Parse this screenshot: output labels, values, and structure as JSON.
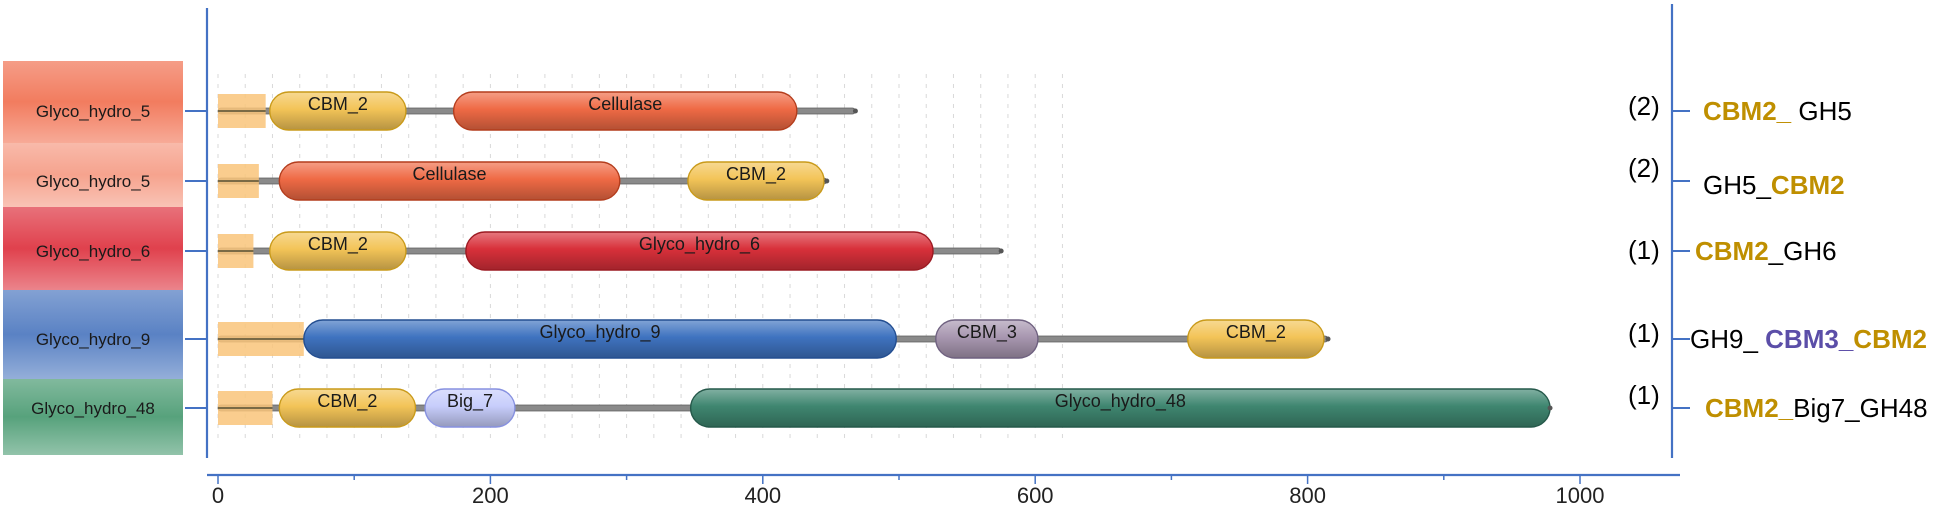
{
  "colors": {
    "axis": "#4472c4",
    "linker": "#8a8a8a",
    "signal": "#f9c47a",
    "cbm2_text": "#bf8f00",
    "cbm3_text": "#5b4ea8",
    "plain_text": "#000000"
  },
  "domain_styles": {
    "CBM_2": {
      "fill": "#f3c458",
      "stroke": "#c99a1a"
    },
    "Cellulase": {
      "fill": "#ef6a45",
      "stroke": "#b43d1d"
    },
    "Glyco_hydro_6": {
      "fill": "#d8303a",
      "stroke": "#9c1a22"
    },
    "Glyco_hydro_9": {
      "fill": "#3f73c0",
      "stroke": "#234e91"
    },
    "CBM_3": {
      "fill": "#a897b0",
      "stroke": "#6f6180"
    },
    "Big_7": {
      "fill": "#c7cdfb",
      "stroke": "#8791e0"
    },
    "Glyco_hydro_48": {
      "fill": "#3f8670",
      "stroke": "#25584a"
    }
  },
  "x_axis": {
    "ticks": [
      0,
      200,
      400,
      600,
      800,
      1000
    ],
    "range": [
      0,
      1060
    ]
  },
  "proteins": [
    {
      "family": "Glyco_hydro_5",
      "band_color": "#f27c5f",
      "length": 468,
      "signal": [
        0,
        35
      ],
      "domains": [
        {
          "name": "CBM_2",
          "start": 38,
          "end": 138
        },
        {
          "name": "Cellulase",
          "start": 173,
          "end": 425
        }
      ],
      "count": "(2)",
      "arch": [
        {
          "text": "CBM2_",
          "color": "#bf8f00",
          "bold": true
        },
        {
          "text": " GH5",
          "color": "#000000",
          "bold": false
        }
      ]
    },
    {
      "family": "Glyco_hydro_5",
      "band_color": "#f6a38e",
      "length": 447,
      "signal": [
        0,
        30
      ],
      "domains": [
        {
          "name": "Cellulase",
          "start": 45,
          "end": 295
        },
        {
          "name": "CBM_2",
          "start": 345,
          "end": 445
        }
      ],
      "count": "(2)",
      "arch": [
        {
          "text": "GH5_",
          "color": "#000000",
          "bold": false
        },
        {
          "text": "CBM2",
          "color": "#bf8f00",
          "bold": true
        }
      ]
    },
    {
      "family": "Glyco_hydro_6",
      "band_color": "#e0414d",
      "length": 575,
      "signal": [
        0,
        26
      ],
      "domains": [
        {
          "name": "CBM_2",
          "start": 38,
          "end": 138
        },
        {
          "name": "Glyco_hydro_6",
          "start": 182,
          "end": 525
        }
      ],
      "count": "(1)",
      "arch": [
        {
          "text": "CBM2",
          "color": "#bf8f00",
          "bold": true
        },
        {
          "text": "_GH6",
          "color": "#000000",
          "bold": false
        }
      ]
    },
    {
      "family": "Glyco_hydro_9",
      "band_color": "#5a82c4",
      "length": 815,
      "signal": [
        0,
        63
      ],
      "domains": [
        {
          "name": "Glyco_hydro_9",
          "start": 63,
          "end": 498
        },
        {
          "name": "CBM_3",
          "start": 527,
          "end": 602
        },
        {
          "name": "CBM_2",
          "start": 712,
          "end": 812
        }
      ],
      "count": "(1)",
      "arch": [
        {
          "text": "GH9_ ",
          "color": "#000000",
          "bold": false
        },
        {
          "text": "CBM3_",
          "color": "#5b4ea8",
          "bold": true
        },
        {
          "text": "CBM2",
          "color": "#bf8f00",
          "bold": true
        }
      ]
    },
    {
      "family": "Glyco_hydro_48",
      "band_color": "#57a27c",
      "length": 978,
      "signal": [
        0,
        40
      ],
      "domains": [
        {
          "name": "CBM_2",
          "start": 45,
          "end": 145
        },
        {
          "name": "Big_7",
          "start": 152,
          "end": 218
        },
        {
          "name": "Glyco_hydro_48",
          "start": 347,
          "end": 978
        }
      ],
      "count": "(1)",
      "arch": [
        {
          "text": "CBM2_",
          "color": "#bf8f00",
          "bold": true
        },
        {
          "text": "Big7_GH48",
          "color": "#000000",
          "bold": false
        }
      ]
    }
  ]
}
